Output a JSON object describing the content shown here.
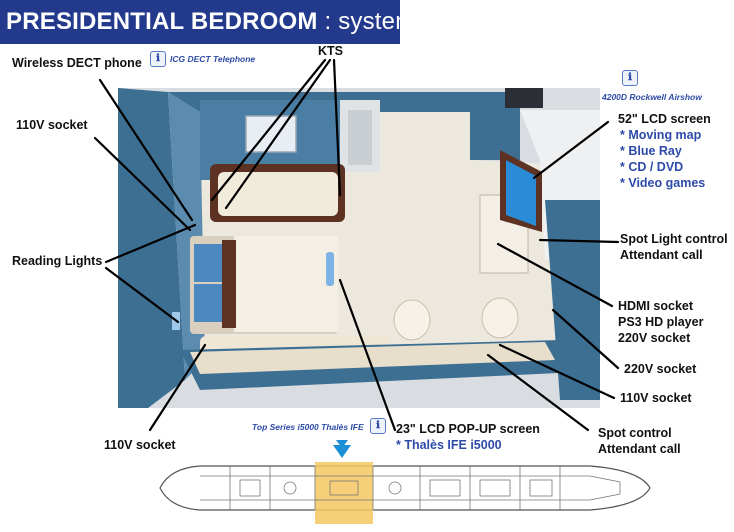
{
  "title": {
    "main": "PRESIDENTIAL BEDROOM",
    "suffix": " : systems"
  },
  "icons": {
    "info": "ℹ"
  },
  "references": {
    "dect": "ICG DECT Telephone",
    "airshow": "4200D Rockwell Airshow",
    "ife": "Top Series i5000 Thalès IFE"
  },
  "labels": {
    "wireless_dect": "Wireless DECT phone",
    "kts": "KTS",
    "socket_110v_top": "110V socket",
    "reading_lights": "Reading Lights",
    "socket_110v_bottom": "110V socket",
    "lcd52": {
      "title": "52\" LCD screen",
      "items": [
        "* Moving map",
        "* Blue Ray",
        "* CD / DVD",
        "* Video games"
      ]
    },
    "spot_light": [
      "Spot Light control",
      "Attendant call"
    ],
    "hdmi": [
      "HDMI socket",
      "PS3 HD player",
      "220V socket"
    ],
    "socket_220v": "220V socket",
    "socket_110v_right": "110V socket",
    "spot_control": [
      "Spot control",
      "Attendant call"
    ],
    "lcd23": {
      "title": "23\" LCD POP-UP screen",
      "sub": "* Thalès IFE i5000"
    }
  },
  "colors": {
    "title_bg": "#233a8c",
    "label_blue": "#2e4aa8",
    "wall_blue": "#3d6f93",
    "floor": "#ece8de",
    "highlight": "#f5c860",
    "marker": "#1a8fd6"
  }
}
